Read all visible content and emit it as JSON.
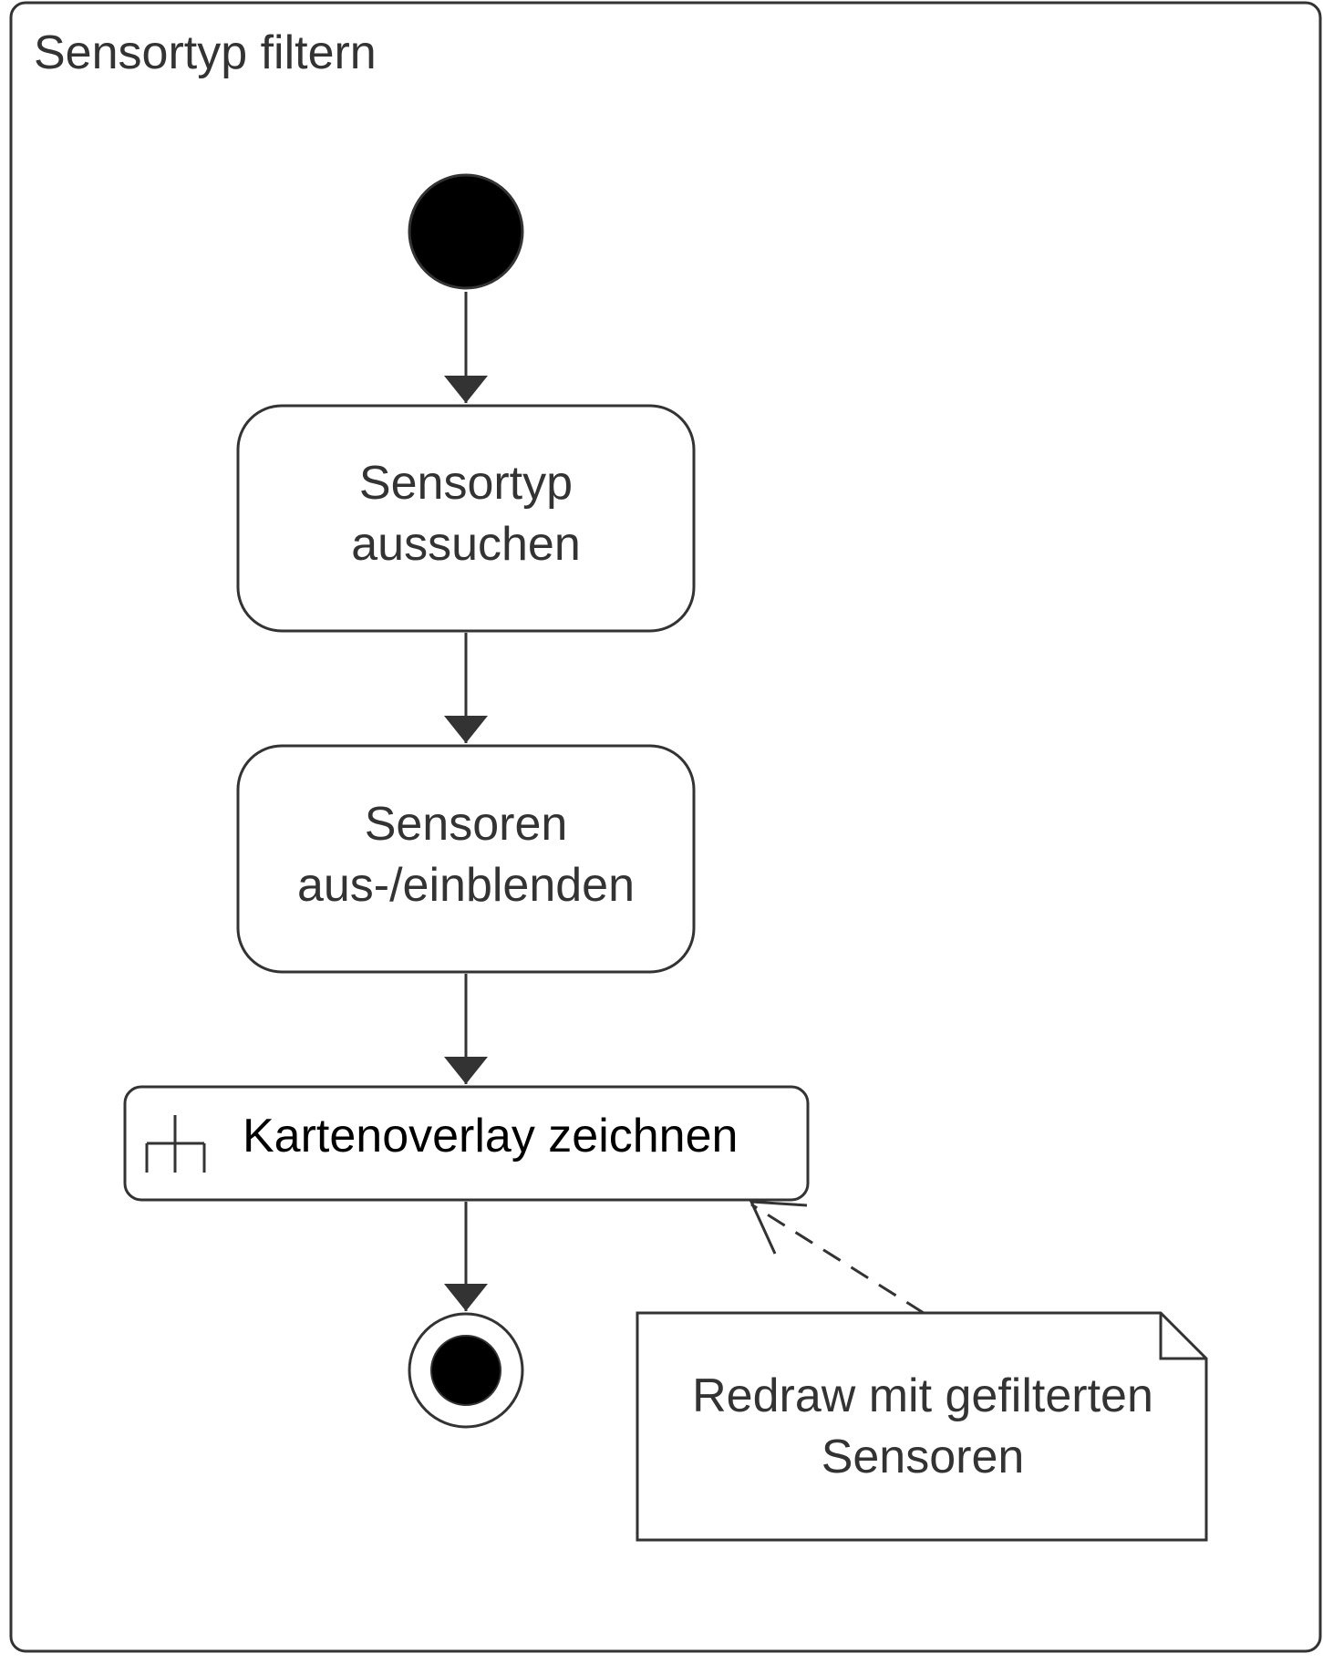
{
  "frame": {
    "title": "Sensortyp filtern"
  },
  "nodes": {
    "start": {
      "kind": "initial-node"
    },
    "action1": {
      "lines": [
        "Sensortyp",
        "aussuchen"
      ]
    },
    "action2": {
      "lines": [
        "Sensoren",
        "aus-/einblenden"
      ]
    },
    "call_action": {
      "label": "Kartenoverlay zeichnen",
      "icon": "rake-icon"
    },
    "end": {
      "kind": "final-node"
    }
  },
  "note": {
    "lines": [
      "Redraw mit gefilterten",
      "Sensoren"
    ]
  },
  "colors": {
    "stroke": "#333333",
    "text": "#333333",
    "call_text": "#000000",
    "fill": "#ffffff",
    "node_fill": "#000000"
  }
}
